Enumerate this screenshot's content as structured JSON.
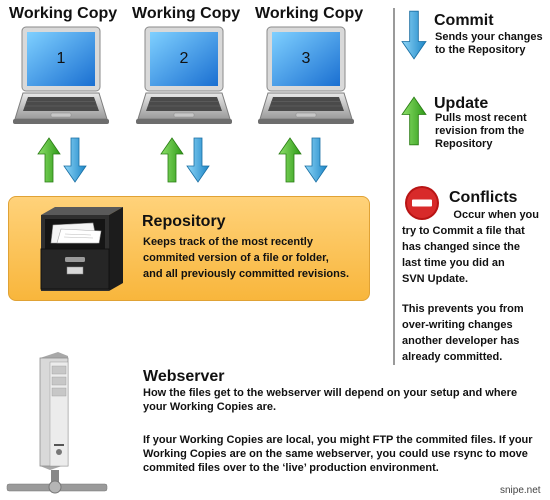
{
  "working_copies": [
    {
      "title": "Working Copy",
      "number": "1"
    },
    {
      "title": "Working Copy",
      "number": "2"
    },
    {
      "title": "Working Copy",
      "number": "3"
    }
  ],
  "repository": {
    "title": "Repository",
    "desc_lines": [
      "Keeps track of the most recently",
      "commited version of a file or folder,",
      "and all previously committed revisions."
    ]
  },
  "commit": {
    "title": "Commit",
    "desc_lines": [
      "Sends your changes",
      "to the Repository"
    ]
  },
  "update": {
    "title": "Update",
    "desc_lines": [
      "Pulls most recent",
      "revision from the",
      "Repository"
    ]
  },
  "conflicts": {
    "title": "Conflicts",
    "para1_lines": [
      "Occur when you",
      "try to Commit a file that",
      "has changed since the",
      "last time you did an",
      "SVN Update."
    ],
    "para2_lines": [
      "This prevents you from",
      "over-writing changes",
      "another developer has",
      "already committed."
    ]
  },
  "webserver": {
    "title": "Webserver",
    "para1_lines": [
      "How the files get to the webserver will depend on your setup and where",
      "your Working Copies are."
    ],
    "para2_lines": [
      "If your Working Copies are local, you might FTP the commited files. If your",
      "Working Copies are on the same webserver, you could use rsync to move",
      "commited files over to the ‘live’ production environment."
    ]
  },
  "credit": "snipe.net",
  "colors": {
    "up_arrow": "#4cbb2c",
    "down_arrow": "#3aa3d9",
    "repo_box": "#f8c15a",
    "conflict": "#d01f1f"
  },
  "icons": [
    "laptop-icon",
    "up-arrow-icon",
    "down-arrow-icon",
    "file-cabinet-icon",
    "no-entry-icon",
    "server-icon"
  ]
}
